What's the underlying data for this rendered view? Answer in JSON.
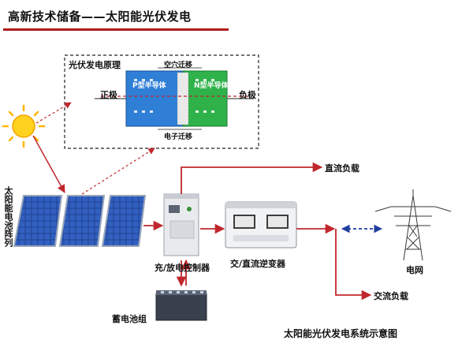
{
  "header": {
    "title": "高新技术储备——太阳能光伏发电"
  },
  "principle": {
    "title": "光伏发电原理",
    "hole_migration": "空穴迁移",
    "electron_migration": "电子迁移",
    "positive": "正极",
    "negative": "负极",
    "p_type": "P型半导体",
    "n_type": "N型半导体"
  },
  "labels": {
    "solar_array": "太阳能电池阵列",
    "controller": "充/放电控制器",
    "inverter": "交/直流逆变器",
    "battery": "蓄电池组",
    "dc_load": "直流负载",
    "ac_load": "交流负载",
    "grid": "电网",
    "caption": "太阳能光伏发电系统示意图"
  },
  "colors": {
    "accent_red": "#b01a1a",
    "flow_red": "#c0272d",
    "p_blue": "#2f7fd6",
    "n_green": "#2fb24a",
    "grid_link_blue": "#1f3f9e"
  },
  "icons": [
    "sun-icon",
    "solar-panel-icon",
    "controller-cabinet-icon",
    "inverter-icon",
    "battery-icon",
    "pylon-icon"
  ]
}
